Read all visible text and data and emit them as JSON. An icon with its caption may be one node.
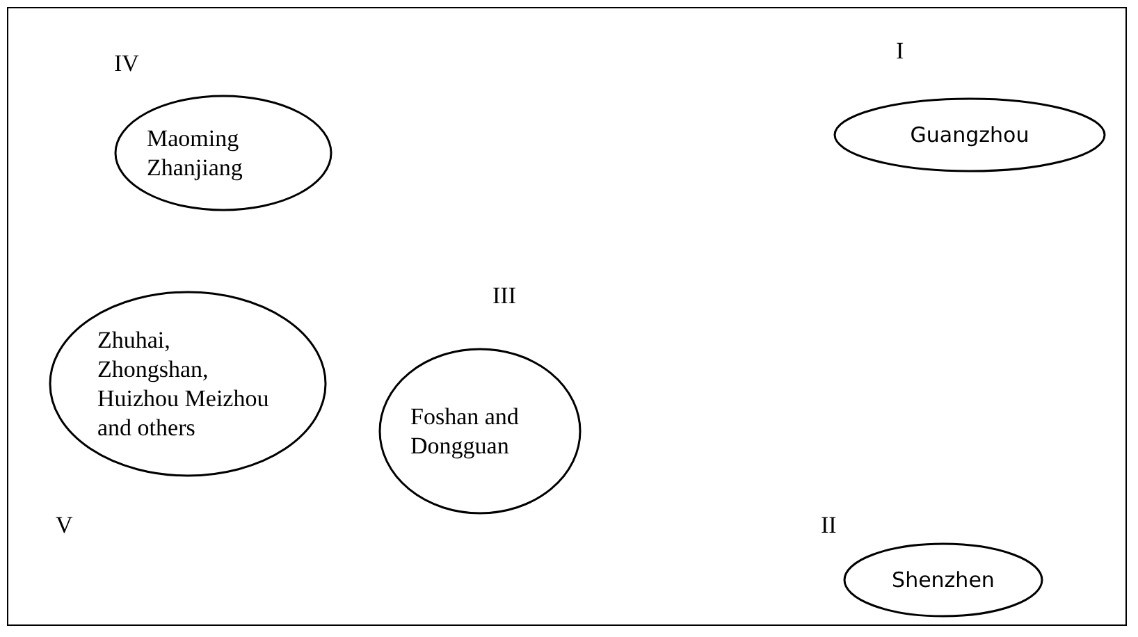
{
  "diagram": {
    "nodes": [
      {
        "text": [
          "Maoming Zhanjiang"
        ],
        "beside": [
          "IV"
        ]
      },
      {
        "text": [
          "Guangzhou"
        ],
        "beside": [
          "I"
        ]
      },
      {
        "text": [
          "Zhuhai, Zhongshan, Huizhou Meizhou and others"
        ],
        "beside": [
          "V"
        ]
      },
      {
        "text": [
          "Foshan and Dongguan"
        ],
        "beside": [
          "III"
        ]
      },
      {
        "text": [
          "Shenzhen"
        ],
        "beside": [
          "II"
        ]
      }
    ]
  }
}
